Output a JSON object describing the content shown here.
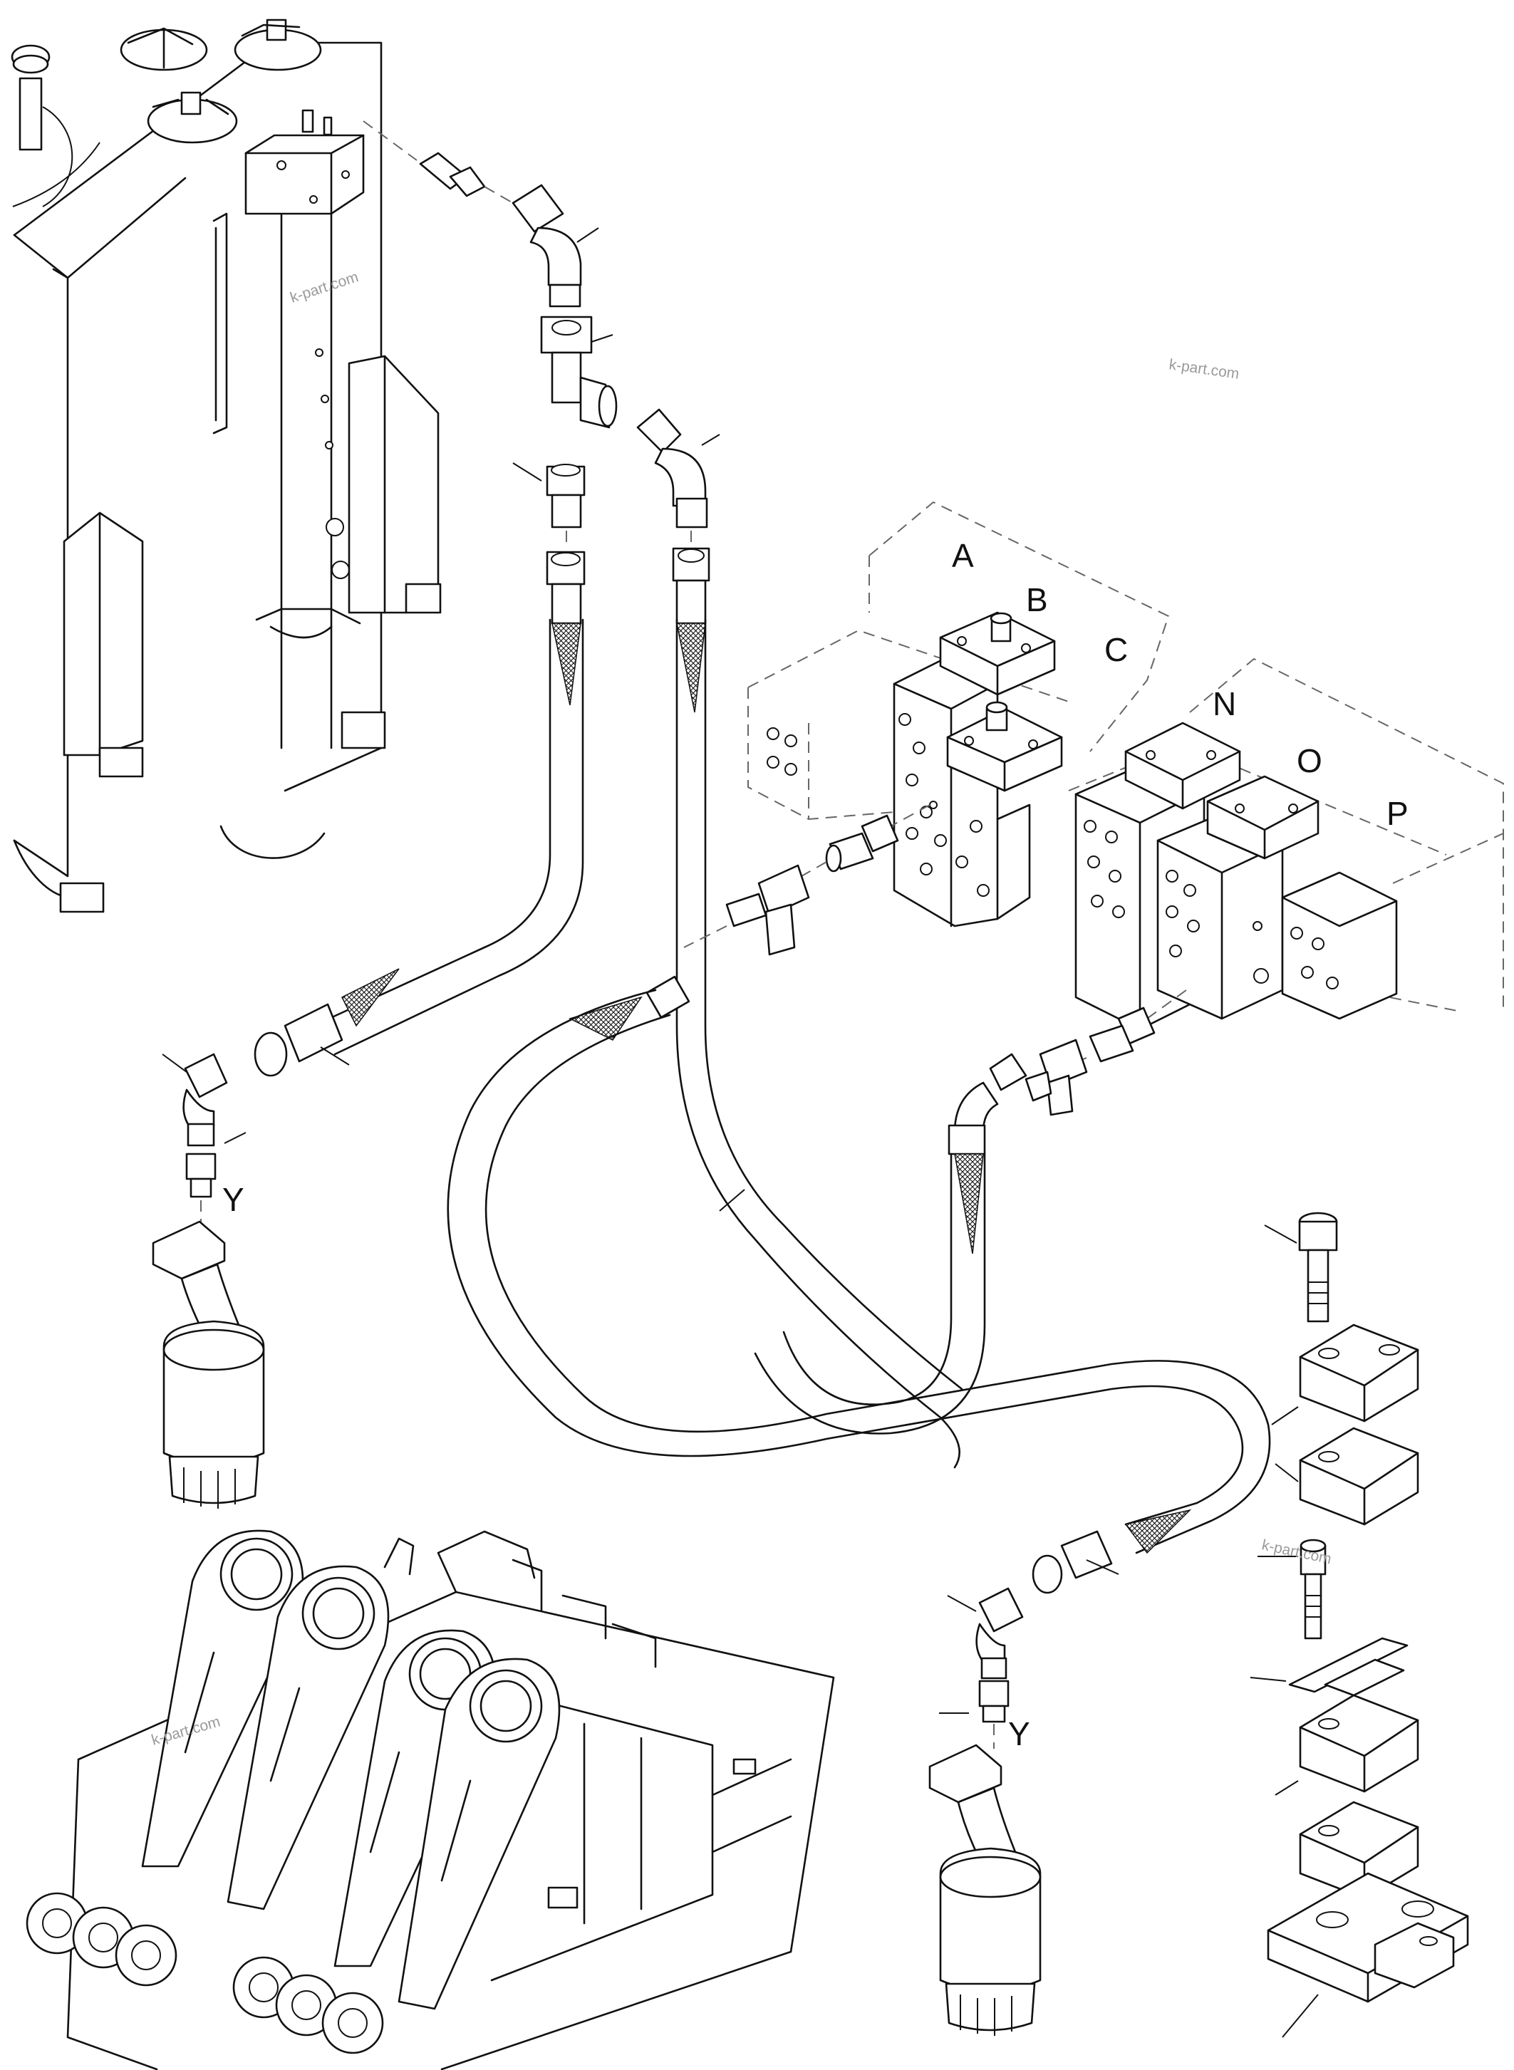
{
  "labels": {
    "A": "A",
    "B": "B",
    "C": "C",
    "N": "N",
    "O": "O",
    "P": "P",
    "Y1": "Y",
    "Y2": "Y"
  },
  "watermark": "k-part.com",
  "colors": {
    "line": "#111111",
    "dash": "#666666",
    "watermark": "#9a9a9a",
    "background": "#ffffff"
  }
}
